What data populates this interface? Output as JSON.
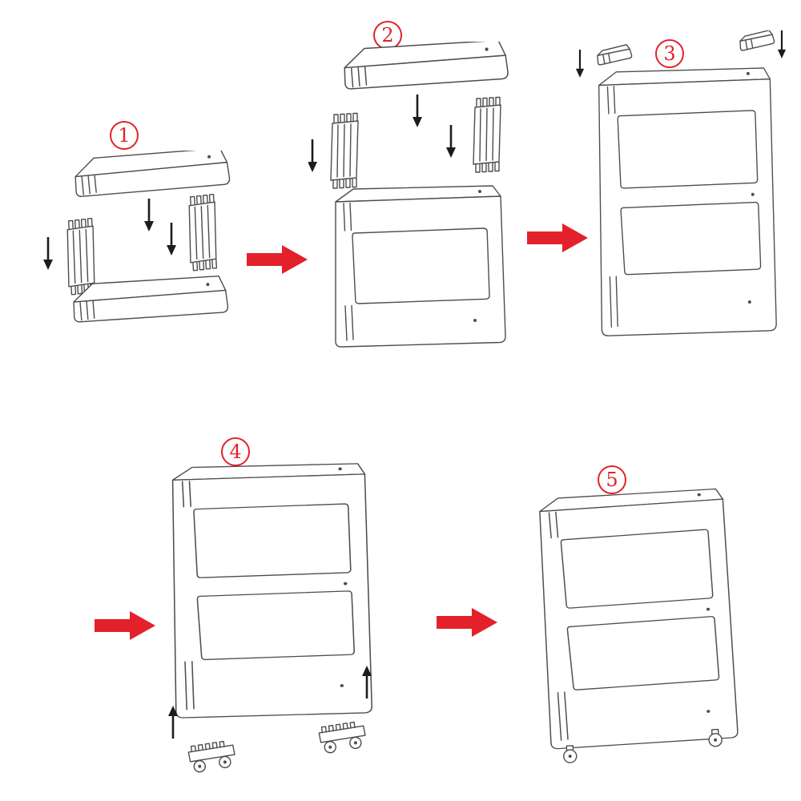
{
  "colors": {
    "accent_red": "#e3212b",
    "line_gray": "#4d4d4d",
    "arrow_black": "#1c1c1c",
    "background": "#ffffff"
  },
  "steps": [
    {
      "number": "1"
    },
    {
      "number": "2"
    },
    {
      "number": "3"
    },
    {
      "number": "4"
    },
    {
      "number": "5"
    }
  ]
}
